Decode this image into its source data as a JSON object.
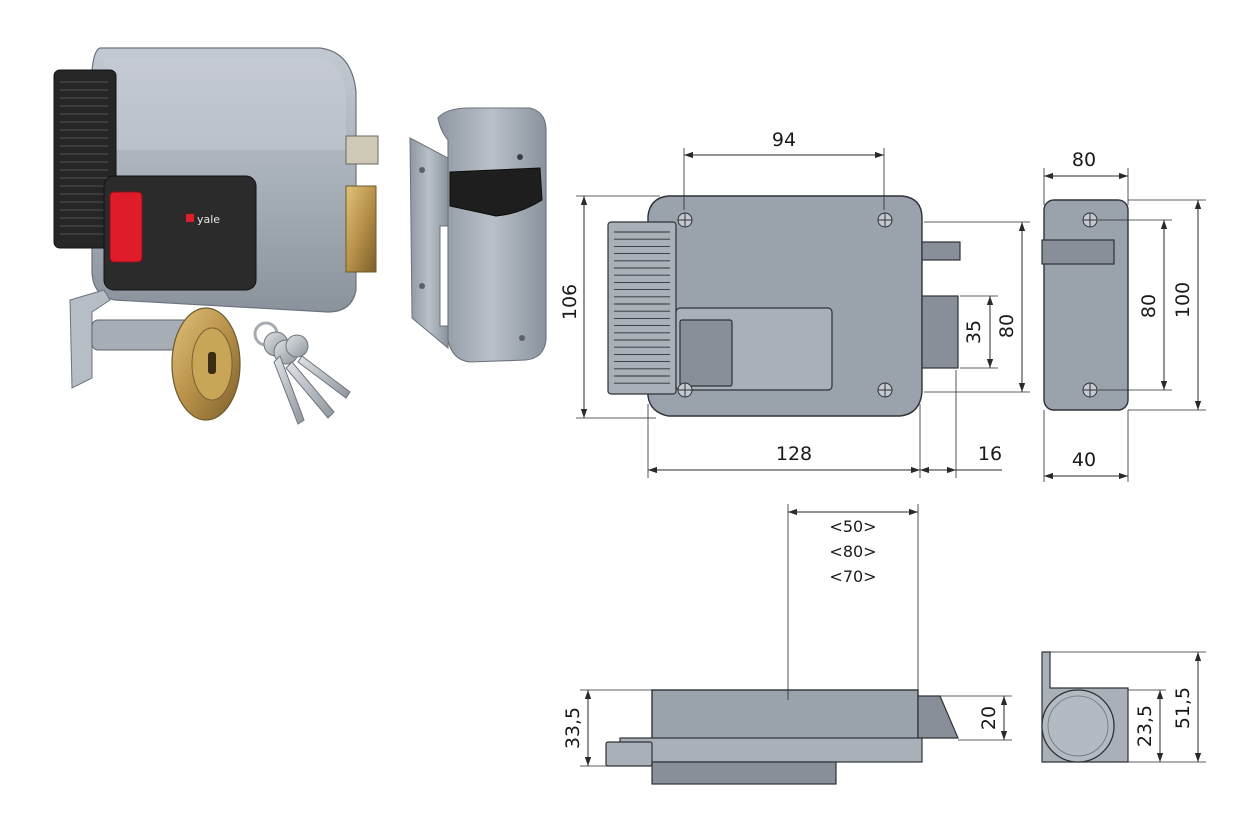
{
  "product": {
    "brand_label": "yale",
    "colors": {
      "lock_body": "#9aa2ac",
      "button_panel": "#2b2b2b",
      "release_button": "#e11c2a",
      "latch_brass": "#c9a24a",
      "cylinder_brass": "#b8914a",
      "keys": "#b9bec4"
    }
  },
  "front_view": {
    "dim_top": "94",
    "dim_left": "106",
    "dim_bottom_body": "128",
    "dim_bottom_latch": "16",
    "dim_right_inner": "35",
    "dim_right_outer": "80"
  },
  "side_view": {
    "dim_top": "80",
    "dim_inner": "80",
    "dim_outer": "100",
    "dim_bottom": "40"
  },
  "bottom_view": {
    "backset_options": [
      "<50>",
      "<80>",
      "<70>"
    ],
    "dim_left": "33,5",
    "dim_right": "20"
  },
  "end_view": {
    "dim_inner": "23,5",
    "dim_outer": "51,5"
  }
}
